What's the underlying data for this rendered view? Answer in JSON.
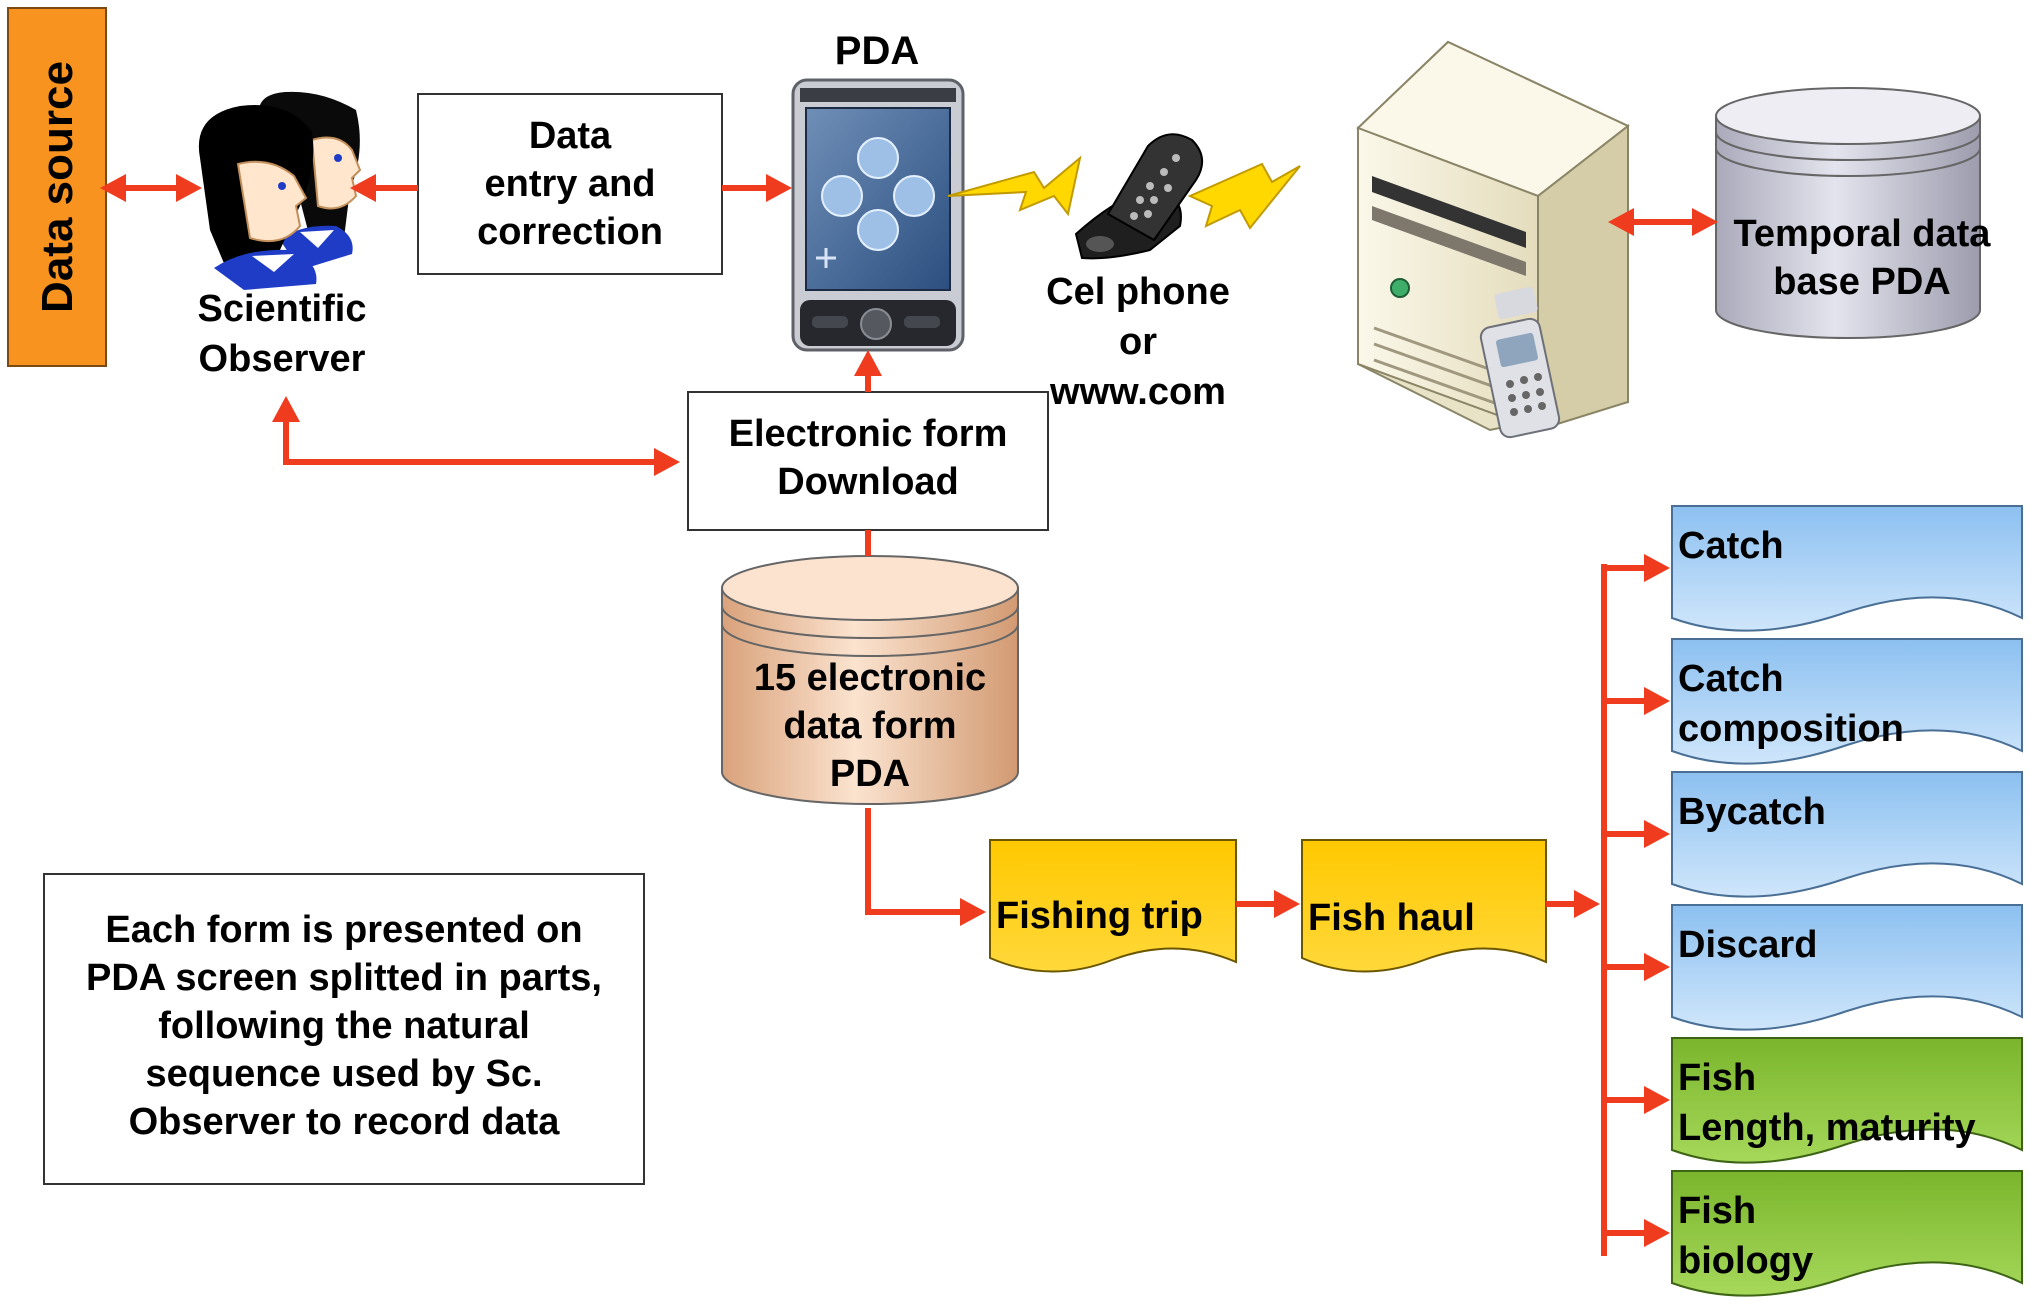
{
  "colors": {
    "arrow": "#f03c1e",
    "data_source_fill": "#f7931e",
    "cylinder_temporal": "#c9c9d6",
    "cylinder_forms": "#f2c49d",
    "doc_yellow": "#ffcc00",
    "doc_blue": "#a9d2f5",
    "doc_green": "#8cc63f",
    "lightning": "#ffd800"
  },
  "labels": {
    "data_source": "Data source",
    "observer": [
      "Scientific",
      "Observer"
    ],
    "data_entry": [
      "Data",
      "entry and",
      "correction"
    ],
    "pda_title": "PDA",
    "phone": [
      "Cel phone",
      "or",
      "www.com"
    ],
    "temporal_db": [
      "Temporal data",
      "base PDA"
    ],
    "download": [
      "Electronic form",
      "Download"
    ],
    "forms_db": [
      "15 electronic",
      "data form",
      "PDA"
    ],
    "fishing_trip": "Fishing trip",
    "fish_haul": "Fish haul",
    "note": [
      "Each form is presented on",
      "PDA screen splitted in parts,",
      "following the natural",
      "sequence used by Sc.",
      "Observer to record data"
    ]
  },
  "outputs": [
    {
      "lines": [
        "Catch"
      ],
      "color": "blue"
    },
    {
      "lines": [
        "Catch",
        "composition"
      ],
      "color": "blue"
    },
    {
      "lines": [
        "Bycatch"
      ],
      "color": "blue"
    },
    {
      "lines": [
        "Discard"
      ],
      "color": "blue"
    },
    {
      "lines": [
        "Fish",
        "Length, maturity"
      ],
      "color": "green"
    },
    {
      "lines": [
        "Fish",
        "biology"
      ],
      "color": "green"
    }
  ],
  "icons": {
    "observer": "people-icon",
    "pda": "pda-device-icon",
    "phone": "cell-phone-icon",
    "server": "server-tower-icon"
  }
}
